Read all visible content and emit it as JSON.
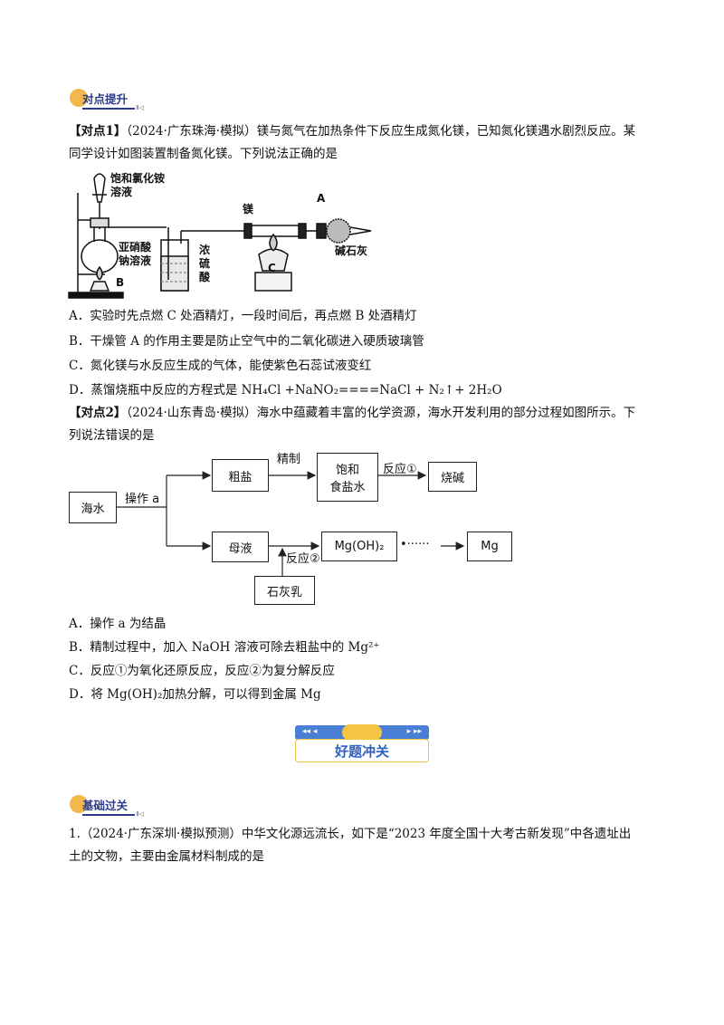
{
  "section_badge_1": "对点提升",
  "section_badge_2": "基础过关",
  "badge_tail": "Ⅱ◁",
  "banner": {
    "label": "好题冲关",
    "left_arrows": "◂◂ ◂",
    "right_arrows": "▸ ▸▸"
  },
  "q1": {
    "tag": "【对点1】",
    "line1": "（2024·广东珠海·模拟）镁与氮气在加热条件下反应生成氮化镁，已知氮化镁遇水剧烈反应。某",
    "line2": "同学设计如图装置制备氮化镁。下列说法正确的是",
    "apparatus": {
      "funnel_label_1": "饱和氯化铵",
      "funnel_label_2": "溶液",
      "flask_label_1": "亚硝酸",
      "flask_label_2": "钠溶液",
      "b_label": "B",
      "acid_label_1": "浓",
      "acid_label_2": "硫",
      "acid_label_3": "酸",
      "mg_label": "镁",
      "c_label": "C",
      "a_label": "A",
      "lime_label": "碱石灰"
    },
    "options": [
      "A．实验时先点燃 C 处酒精灯，一段时间后，再点燃 B 处酒精灯",
      "B．干燥管 A 的作用主要是防止空气中的二氧化碳进入硬质玻璃管",
      "C．氮化镁与水反应生成的气体，能使紫色石蕊试液变红",
      "D．蒸馏烧瓶中反应的方程式是 NH₄Cl +NaNO₂====NaCl + N₂↑+ 2H₂O"
    ]
  },
  "q2": {
    "tag": "【对点2】",
    "line1": "（2024·山东青岛·模拟）海水中蕴藏着丰富的化学资源，海水开发利用的部分过程如图所示。下",
    "line2": "列说法错误的是",
    "flow": {
      "seawater": "海水",
      "op_a": "操作 a",
      "crude_salt": "粗盐",
      "refine": "精制",
      "brine_1": "饱和",
      "brine_2": "食盐水",
      "reaction1": "反应①",
      "caustic_soda": "烧碱",
      "mother_liquor": "母液",
      "mgoh2": "Mg(OH)₂",
      "dots": "•······",
      "mg": "Mg",
      "reaction2": "反应②",
      "lime_milk": "石灰乳"
    },
    "options": [
      "A．操作 a 为结晶",
      "B．精制过程中，加入 NaOH 溶液可除去粗盐中的 Mg²⁺",
      "C．反应①为氧化还原反应，反应②为复分解反应",
      "D．将 Mg(OH)₂加热分解，可以得到金属 Mg"
    ]
  },
  "q3": {
    "line1": "1.（2024·广东深圳·模拟预测）中华文化源远流长，如下是“2023 年度全国十大考古新发现”中各遗址出",
    "line2": "土的文物，主要由金属材料制成的是"
  }
}
